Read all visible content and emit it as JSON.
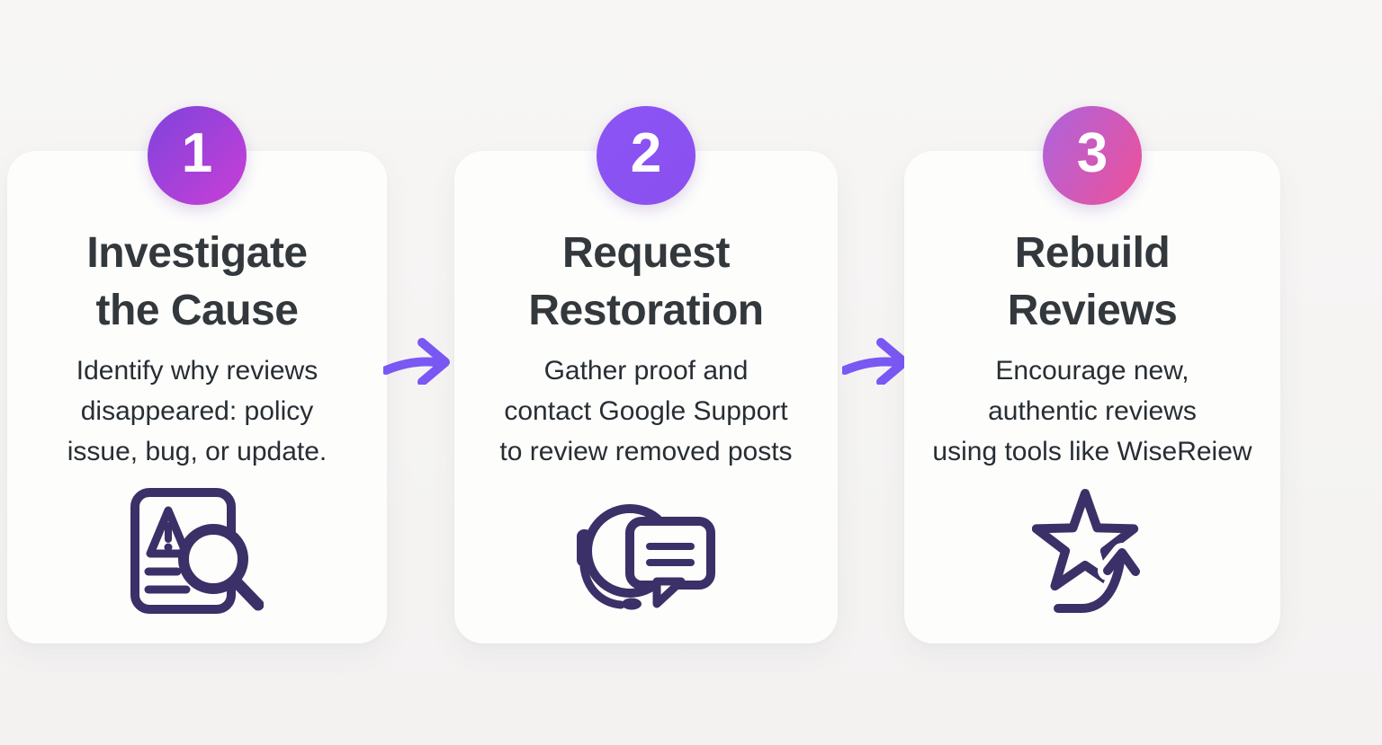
{
  "colors": {
    "page_bg_top": "#F7F6F5",
    "page_bg_bottom": "#F3F2F1",
    "card_bg": "#FDFDFC",
    "title": "#33383C",
    "body": "#272E33",
    "number": "#FFFFFF",
    "icon": "#3B3067",
    "arrow": "#7A58F3"
  },
  "steps": [
    {
      "number": "1",
      "badge_gradient": "linear-gradient(135deg, #7E43DC 0%, #C93FD6 100%)",
      "title": "Investigate\nthe Cause",
      "description": "Identify why reviews\ndisappeared: policy\nissue, bug, or update.",
      "icon": "document-warning-search"
    },
    {
      "number": "2",
      "badge_gradient": "linear-gradient(135deg, #8C54F6 0%, #8A50EE 100%)",
      "title": "Request\nRestoration",
      "description": "Gather proof and\ncontact Google Support\nto review removed posts",
      "icon": "headset-chat"
    },
    {
      "number": "3",
      "badge_gradient": "linear-gradient(120deg, #AC64DF 0%, #EF5097 100%)",
      "title": "Rebuild\nReviews",
      "description": "Encourage new,\nauthentic reviews\nusing tools like WiseReiew",
      "icon": "star-growth"
    }
  ]
}
